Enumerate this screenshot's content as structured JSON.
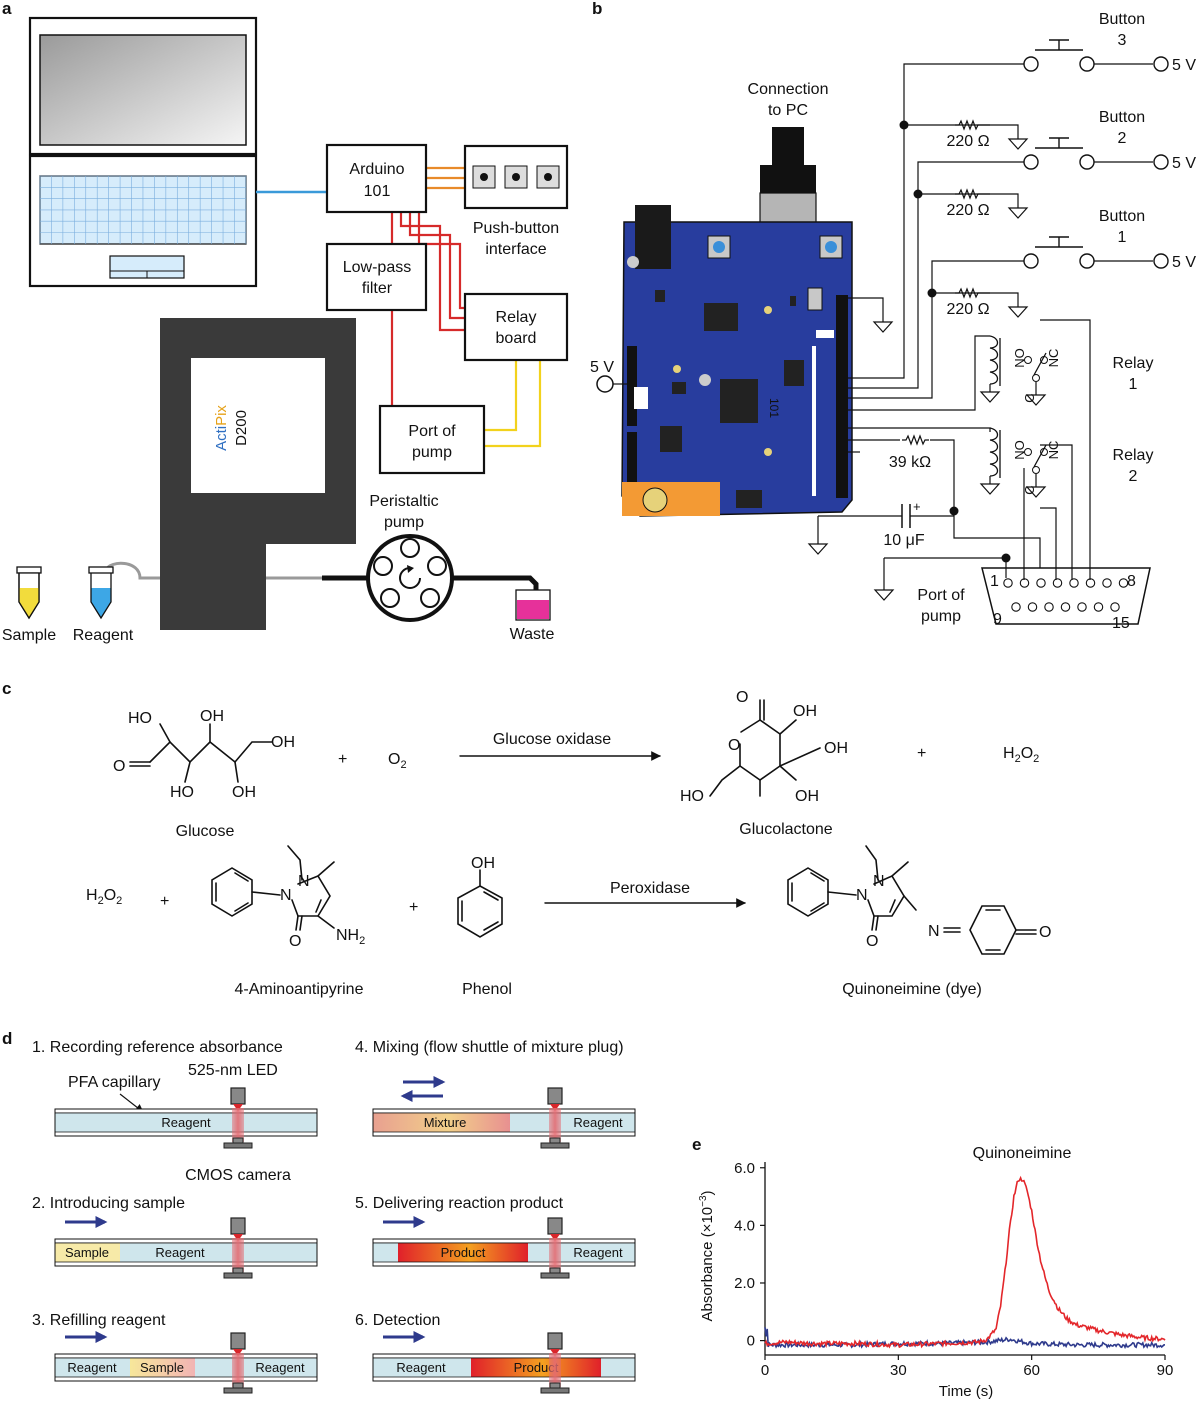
{
  "panels": {
    "a": "a",
    "b": "b",
    "c": "c",
    "d": "d",
    "e": "e"
  },
  "a": {
    "arduino": [
      "Arduino",
      "101"
    ],
    "push_button": [
      "Push-button",
      "interface"
    ],
    "low_pass": [
      "Low-pass",
      "filter"
    ],
    "relay_board": [
      "Relay",
      "board"
    ],
    "port_of_pump": [
      "Port of",
      "pump"
    ],
    "actipix": {
      "acti": "Acti",
      "pix": "Pix",
      "model": "D200"
    },
    "peristaltic": [
      "Peristaltic",
      "pump"
    ],
    "sample": "Sample",
    "reagent": "Reagent",
    "waste": "Waste",
    "colors": {
      "usb": "#3a9ad9",
      "red": "#d62a2a",
      "orange": "#e88a2a",
      "yellow": "#f2d21c",
      "detector": "#3a3a3a"
    }
  },
  "b": {
    "connection": [
      "Connection",
      "to PC"
    ],
    "buttons": [
      {
        "title": "Button",
        "num": "3",
        "v": "5 V",
        "r": "220 Ω"
      },
      {
        "title": "Button",
        "num": "2",
        "v": "5 V",
        "r": "220 Ω"
      },
      {
        "title": "Button",
        "num": "1",
        "v": "5 V",
        "r": "220 Ω"
      }
    ],
    "relays": [
      {
        "title": "Relay",
        "num": "1",
        "no": "NO",
        "nc": "NC",
        "c": "C"
      },
      {
        "title": "Relay",
        "num": "2",
        "no": "NO",
        "nc": "NC",
        "c": "C"
      }
    ],
    "v5_left": "5 V",
    "r39": "39 kΩ",
    "cap": "10 μF",
    "cap_plus": "+",
    "port": [
      "Port of",
      "pump"
    ],
    "pins": {
      "p1": "1",
      "p8": "8",
      "p9": "9",
      "p15": "15"
    },
    "board_model": "101",
    "board_color": "#283d9e"
  },
  "c": {
    "rxn1": {
      "arrow": "Glucose oxidase",
      "plus1": "+",
      "o2": "O",
      "o2_sub": "2",
      "plus2": "+",
      "h2o2": [
        "H",
        "2",
        "O",
        "2"
      ],
      "glucose": "Glucose",
      "glucolactone": "Glucolactone"
    },
    "rxn2": {
      "h2o2": [
        "H",
        "2",
        "O",
        "2"
      ],
      "plus1": "+",
      "plus2": "+",
      "arrow": "Peroxidase",
      "aminoantipyrine": "4-Aminoantipyrine",
      "phenol": "Phenol",
      "quinoneimine": "Quinoneimine (dye)"
    },
    "atoms": {
      "HO": "HO",
      "OH": "OH",
      "O": "O",
      "N": "N",
      "NH": "NH",
      "sub2": "2"
    }
  },
  "d": {
    "steps": [
      {
        "title": "1. Recording reference absorbance",
        "segments": [
          {
            "label": "Reagent"
          }
        ]
      },
      {
        "title": "2. Introducing sample",
        "segments": [
          {
            "label": "Sample"
          },
          {
            "label": "Reagent"
          }
        ]
      },
      {
        "title": "3. Refilling reagent",
        "segments": [
          {
            "label": "Reagent"
          },
          {
            "label": "Sample"
          },
          {
            "label": "Reagent"
          }
        ]
      },
      {
        "title": "4. Mixing (flow shuttle of mixture plug)",
        "segments": [
          {
            "label": "Mixture"
          },
          {
            "label": "Reagent"
          }
        ]
      },
      {
        "title": "5. Delivering reaction product",
        "segments": [
          {
            "label": "Product"
          },
          {
            "label": "Reagent"
          }
        ]
      },
      {
        "title": "6. Detection",
        "segments": [
          {
            "label": "Reagent"
          },
          {
            "label": "Product"
          }
        ]
      }
    ],
    "pfa": "PFA capillary",
    "led": "525-nm LED",
    "camera": "CMOS camera",
    "colors": {
      "capillary": "#cfe6ec",
      "arrow": "#2e3a8c",
      "beam": "#e36b72"
    }
  },
  "chart_data": {
    "type": "line",
    "title": "",
    "xlabel": "Time (s)",
    "ylabel": "Absorbance (×10",
    "ylabel_sup": "−3",
    "ylabel_end": ")",
    "xlim": [
      0,
      90
    ],
    "ylim": [
      -0.5,
      6.2
    ],
    "xticks": [
      "0",
      "30",
      "60",
      "90"
    ],
    "yticks": [
      "0",
      "2.0",
      "4.0",
      "6.0"
    ],
    "grid": false,
    "series": [
      {
        "name": "Quinoneimine",
        "color": "#e3262a",
        "x": [
          0,
          5,
          10,
          20,
          30,
          40,
          48,
          50,
          52,
          53,
          54,
          55,
          56,
          57,
          58,
          59,
          60,
          61,
          62,
          63,
          64,
          66,
          68,
          70,
          75,
          80,
          85,
          90
        ],
        "y": [
          -0.1,
          -0.05,
          -0.1,
          -0.1,
          -0.15,
          -0.1,
          -0.05,
          0.05,
          0.4,
          1.2,
          2.4,
          3.8,
          5.0,
          5.6,
          5.6,
          5.2,
          4.5,
          3.6,
          2.8,
          2.2,
          1.7,
          1.1,
          0.75,
          0.55,
          0.35,
          0.2,
          0.1,
          0.05
        ]
      },
      {
        "color": "#2e3a8c",
        "x": [
          0,
          10,
          20,
          30,
          40,
          50,
          55,
          60,
          70,
          80,
          90
        ],
        "y": [
          -0.15,
          -0.15,
          -0.15,
          -0.1,
          -0.1,
          -0.05,
          0.05,
          -0.1,
          -0.15,
          -0.15,
          -0.15
        ]
      }
    ]
  }
}
